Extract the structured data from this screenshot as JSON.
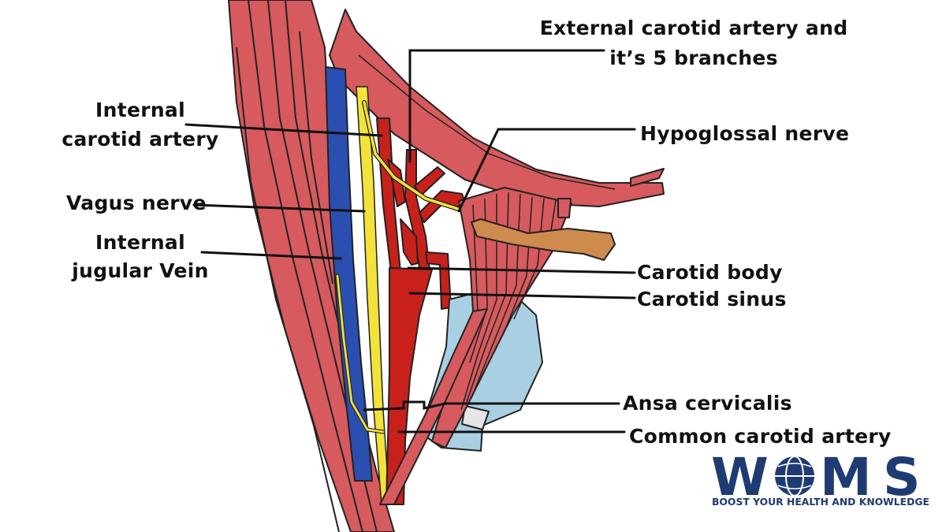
{
  "labels": {
    "external_carotid_line1": "External carotid artery and",
    "external_carotid_line2": "it’s 5 branches",
    "internal_carotid_line1": "Internal",
    "internal_carotid_line2": "carotid artery",
    "hypoglossal": "Hypoglossal nerve",
    "vagus": "Vagus nerve",
    "ijv_line1": "Internal",
    "ijv_line2": "jugular Vein",
    "carotid_body": "Carotid body",
    "carotid_sinus": "Carotid sinus",
    "ansa": "Ansa cervicalis",
    "common_carotid": "Common carotid artery"
  },
  "watermark": {
    "letters": [
      "W",
      "M",
      "S"
    ],
    "tagline": "BOOST YOUR HEALTH AND KNOWLEDGE"
  },
  "colors": {
    "muscle": "#d65a5e",
    "muscle_dark": "#b8474b",
    "artery": "#c8211b",
    "vein": "#2a4fb0",
    "nerve": "#f2e23a",
    "thyroid_cartilage": "#a9d0e2",
    "hyoid": "#cf8a4e",
    "brand": "#1f3b73"
  }
}
